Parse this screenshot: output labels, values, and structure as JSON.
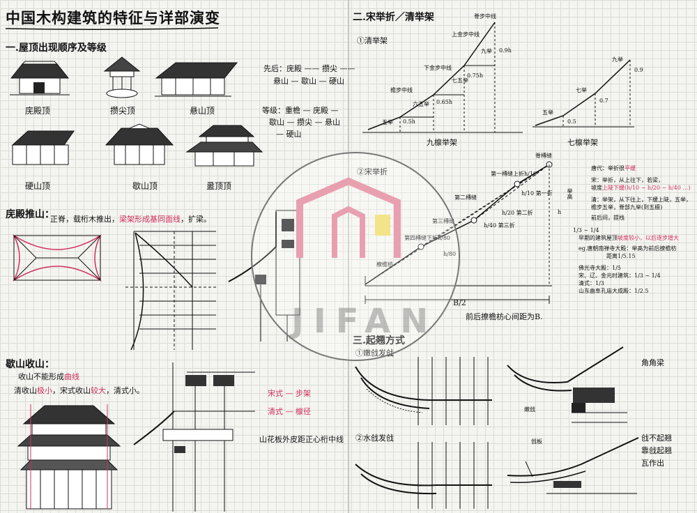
{
  "page": {
    "title": "中国木构建筑的特征与详部演变",
    "watermark": "JIFAN"
  },
  "section1": {
    "heading": "一.屋顶出现顺序及等级",
    "roofs": [
      "庑殿顶",
      "攒尖顶",
      "悬山顶",
      "硬山顶",
      "歇山顶",
      "盝顶顶"
    ],
    "order_line1": "先后：庑殿 —— 攒尖 ——",
    "order_line2": "悬山 — 歇山 — 硬山",
    "grade_line1": "等级：重檐 — 庑殿 —",
    "grade_line2": "歇山 — 攒尖 — 悬山",
    "grade_line3": "— 硬山"
  },
  "section_tuishan": {
    "heading": "庑殿推山：",
    "desc_black1": "正脊，载桁木推出，",
    "desc_red": "梁架形成基同面线",
    "desc_black2": "，扩梁。"
  },
  "section_xieshan": {
    "heading": "歇山收山：",
    "line1_black": "收山不能形成",
    "line1_red": "曲线",
    "line2_a": "清收山",
    "line2_red1": "极小",
    "line2_b": "，宋式收山",
    "line2_red2": "较大",
    "line2_c": "，清式小。",
    "note_song": "宋式 — 步架",
    "note_qing": "清式 — 檩径",
    "note_shanhua": "山花板外皮距正心桁中线"
  },
  "section2": {
    "heading": "二.宋举折／清举架",
    "sub1": "①清举架",
    "nine": {
      "caption": "九檩举架",
      "labels": [
        "脊步中线",
        "上金步中线",
        "下金步中线",
        "檐步中线",
        "五举",
        "六五举",
        "七五举",
        "九举",
        "0.5h",
        "0.65h",
        "0.75h",
        "0.9h"
      ]
    },
    "seven": {
      "caption": "七檩举架",
      "labels": [
        "五举",
        "七举",
        "九举",
        "0.5",
        "0.7",
        "0.9"
      ]
    },
    "sub2": "②宋举折",
    "song": {
      "labels": [
        "脊槫缝",
        "第一槫缝上折h/10",
        "第二槫缝",
        "第三槫缝",
        "第四槫缝下折h/80",
        "橑檐枋",
        "h/10 第一折",
        "h/20 第二折",
        "h/40 第三折",
        "h/80",
        "举高",
        "h",
        "B/2"
      ],
      "base_caption": "前后撩檐枋心间距为B."
    },
    "notes": [
      {
        "text": "唐代：举折很",
        "red": "平缓"
      },
      {
        "text": "宋：举折，从上往下，若梁，",
        "red": ""
      },
      {
        "text": "坡度",
        "red": "上陡下缓(h/10 ~ h/20 ~ h/40 …)"
      },
      {
        "text": "清：举架，从下往上，下缓上陡，五举，",
        "red": ""
      },
      {
        "text": "檐步五举，脊部九举(到五檩)",
        "red": ""
      },
      {
        "text": "前后间，提栈",
        "red": ""
      },
      {
        "text": "早期的建筑屋顶",
        "red": "坡度较小，以后逐步增大"
      },
      {
        "text": "eg.唐朝南禅寺大殿：举高为前后撩檐枋",
        "red": ""
      },
      {
        "text": "距离1/5.15",
        "red": ""
      },
      {
        "text": "佛光寺大殿：1/5",
        "red": ""
      },
      {
        "text": "宋、辽、金元时建筑：1/3 ~ 1/4",
        "red": ""
      },
      {
        "text": "清式：1/3",
        "red": ""
      },
      {
        "text": "山东曲阜孔庙大成殿：1/2.5",
        "red": ""
      }
    ],
    "side_label": "1/3 ~ 1/4"
  },
  "section3": {
    "heading": "三.起翘方式",
    "sub1": "①嫩戗发戗",
    "sub2": "②水戗发戗",
    "corner_beam": "角角梁",
    "nen_qiang": "嫩戗",
    "gang_ban": "戗板",
    "note1": "戗不起翘",
    "note2": "靠戗起翘",
    "note3": "瓦作出"
  },
  "colors": {
    "ink": "#111111",
    "accent": "#d0305a",
    "grid": "#dcdcd6",
    "paper": "#f4f4f1"
  }
}
